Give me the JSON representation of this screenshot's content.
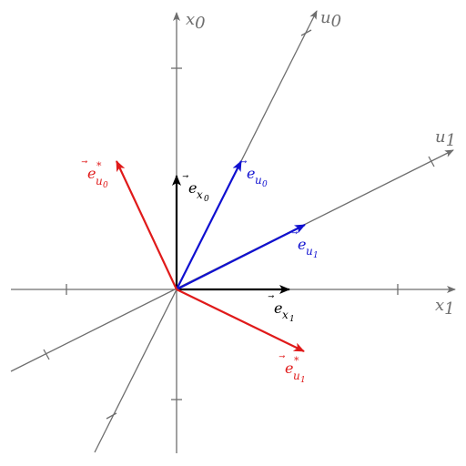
{
  "diagram": {
    "axes": {
      "x0": {
        "base": "x",
        "sub": "0"
      },
      "x1": {
        "base": "x",
        "sub": "1"
      },
      "u0": {
        "base": "u",
        "sub": "0"
      },
      "u1": {
        "base": "u",
        "sub": "1"
      }
    },
    "vectors": {
      "e_x0": {
        "base": "e",
        "arrow": "⃗",
        "sub": "x",
        "subsub": "0",
        "sup": "",
        "color": "#000000"
      },
      "e_x1": {
        "base": "e",
        "arrow": "⃗",
        "sub": "x",
        "subsub": "1",
        "sup": "",
        "color": "#000000"
      },
      "e_u0": {
        "base": "e",
        "arrow": "⃗",
        "sub": "u",
        "subsub": "0",
        "sup": "",
        "color": "#1010d0"
      },
      "e_u1": {
        "base": "e",
        "arrow": "⃗",
        "sub": "u",
        "subsub": "1",
        "sup": "",
        "color": "#1010d0"
      },
      "e_u0_star": {
        "base": "e",
        "arrow": "⃗",
        "sub": "u",
        "subsub": "0",
        "sup": "*",
        "color": "#e01a1a"
      },
      "e_u1_star": {
        "base": "e",
        "arrow": "⃗",
        "sub": "u",
        "subsub": "1",
        "sup": "*",
        "color": "#e01a1a"
      }
    },
    "colors": {
      "axis": "#6e6e6e",
      "standard_basis": "#000000",
      "oblique_basis": "#1010d0",
      "dual_basis": "#e01a1a"
    }
  }
}
